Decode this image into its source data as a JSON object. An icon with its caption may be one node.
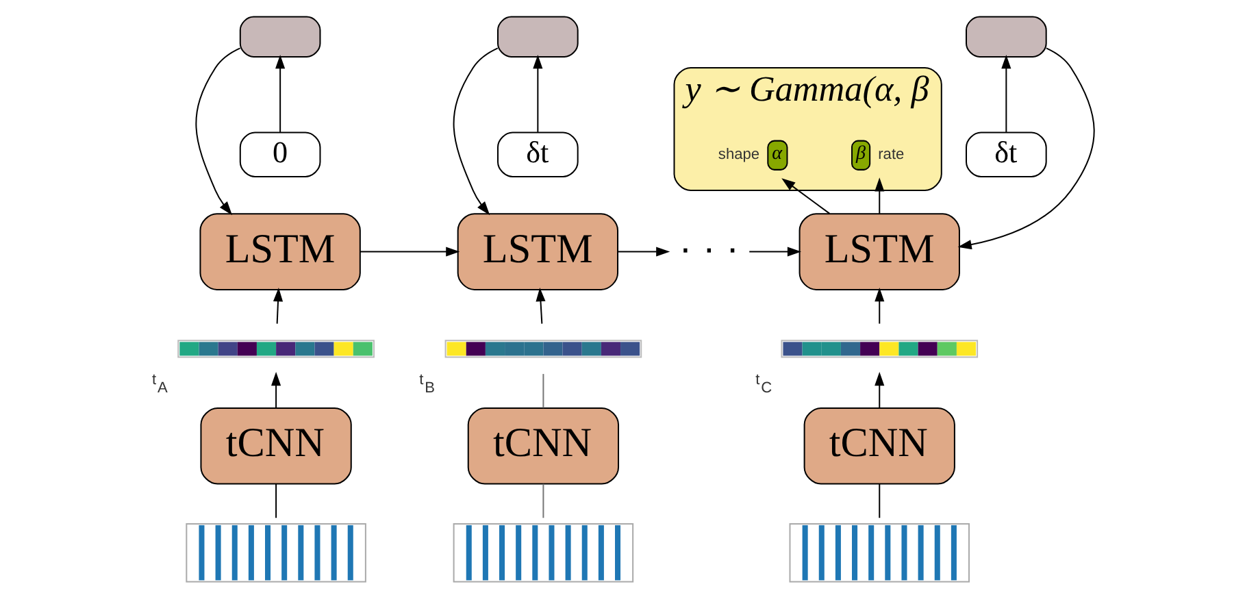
{
  "diagram": {
    "nodes": [
      {
        "text": [],
        "shape": "box"
      },
      {
        "text": [],
        "shape": "box"
      },
      {
        "text": [],
        "shape": "box"
      },
      {
        "text": [
          "y ∼ Gamma(α, β"
        ]
      },
      {
        "text": [
          "α"
        ],
        "in": 3,
        "beside": [
          "shape"
        ]
      },
      {
        "text": [
          "β"
        ],
        "in": 3,
        "beside": [
          "rate"
        ]
      },
      {
        "text": [
          "0"
        ]
      },
      {
        "text": [
          "δt"
        ]
      },
      {
        "text": [
          "δt"
        ]
      },
      {
        "text": [
          "LSTM"
        ]
      },
      {
        "text": [
          "LSTM"
        ]
      },
      {
        "text": [
          "· · ·"
        ]
      },
      {
        "text": [
          "LSTM"
        ]
      },
      {
        "text": [],
        "shape": "bar",
        "beside": [
          "t$_{A}$"
        ]
      },
      {
        "text": [],
        "shape": "bar",
        "beside": [
          "t$_{B}$"
        ]
      },
      {
        "text": [],
        "shape": "bar",
        "beside": [
          "t$_{C}$"
        ]
      },
      {
        "text": [
          "tCNN"
        ]
      },
      {
        "text": [
          "tCNN"
        ]
      },
      {
        "text": [
          "tCNN"
        ]
      },
      {
        "text": [],
        "shape": "picture"
      },
      {
        "text": [],
        "shape": "picture"
      },
      {
        "text": [],
        "shape": "picture"
      }
    ],
    "edges": [
      {
        "from": 19,
        "to": 16,
        "arrow": "none"
      },
      {
        "from": 20,
        "to": 17,
        "arrow": "none",
        "color": "#777777"
      },
      {
        "from": 21,
        "to": 18,
        "arrow": "none"
      },
      {
        "from": 16,
        "to": 13,
        "arrow": "to"
      },
      {
        "from": 17,
        "to": 14,
        "arrow": "none",
        "color": "#777777"
      },
      {
        "from": 18,
        "to": 15,
        "arrow": "to"
      },
      {
        "from": 13,
        "to": 9,
        "arrow": "to"
      },
      {
        "from": 14,
        "to": 10,
        "arrow": "to"
      },
      {
        "from": 15,
        "to": 12,
        "arrow": "to"
      },
      {
        "from": 6,
        "to": 0,
        "arrow": "to"
      },
      {
        "from": 7,
        "to": 1,
        "arrow": "to"
      },
      {
        "from": 8,
        "to": 2,
        "arrow": "to"
      },
      {
        "from": 0,
        "to": 9,
        "arrow": "to"
      },
      {
        "from": 1,
        "to": 10,
        "arrow": "to"
      },
      {
        "from": 2,
        "to": 12,
        "arrow": "to"
      },
      {
        "from": 9,
        "to": 10,
        "arrow": "to"
      },
      {
        "from": 10,
        "to": 11,
        "arrow": "to"
      },
      {
        "from": 11,
        "to": 12,
        "arrow": "to"
      },
      {
        "from": 12,
        "to": 4,
        "arrow": "to"
      },
      {
        "from": 12,
        "to": 5,
        "arrow": "to"
      }
    ]
  }
}
